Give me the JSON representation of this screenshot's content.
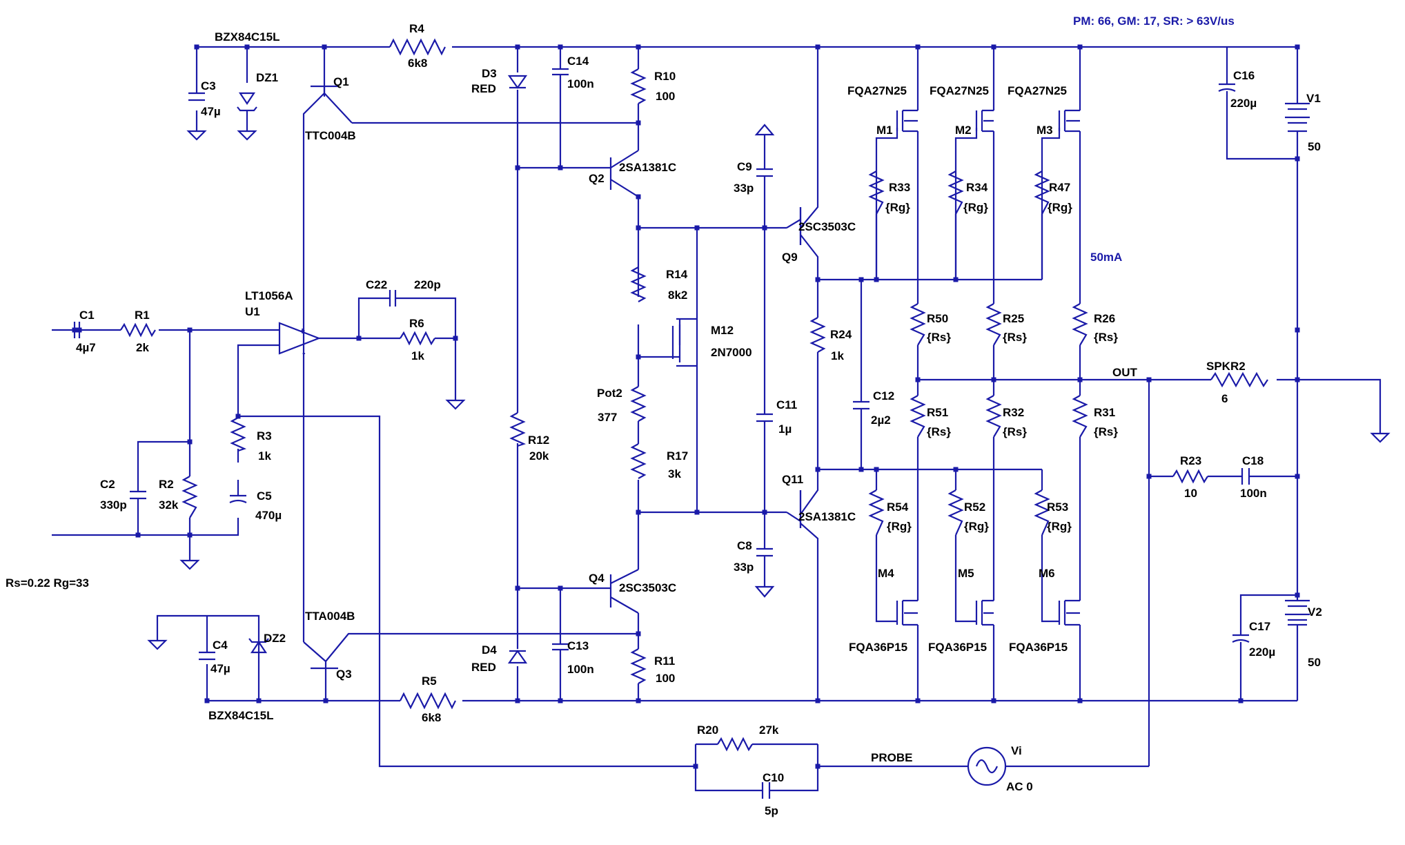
{
  "annotations": {
    "metrics": "PM: 66, GM: 17, SR: > 63V/us",
    "bias_current": "50mA",
    "params": "Rs=0.22 Rg=33",
    "out_net": "OUT",
    "probe_net": "PROBE"
  },
  "components": {
    "DZ1": {
      "ref": "DZ1",
      "value": "BZX84C15L"
    },
    "DZ2": {
      "ref": "DZ2",
      "value": "BZX84C15L"
    },
    "C3": {
      "ref": "C3",
      "value": "47µ"
    },
    "C4": {
      "ref": "C4",
      "value": "47µ"
    },
    "Q1": {
      "ref": "Q1",
      "value": "TTC004B"
    },
    "Q3": {
      "ref": "Q3",
      "value": "TTA004B"
    },
    "R4": {
      "ref": "R4",
      "value": "6k8"
    },
    "R5": {
      "ref": "R5",
      "value": "6k8"
    },
    "D3": {
      "ref": "D3",
      "value": "RED"
    },
    "D4": {
      "ref": "D4",
      "value": "RED"
    },
    "C14": {
      "ref": "C14",
      "value": "100n"
    },
    "C13": {
      "ref": "C13",
      "value": "100n"
    },
    "R10": {
      "ref": "R10",
      "value": "100"
    },
    "R11": {
      "ref": "R11",
      "value": "100"
    },
    "Q2": {
      "ref": "Q2",
      "value": "2SA1381C"
    },
    "Q4": {
      "ref": "Q4",
      "value": "2SC3503C"
    },
    "R12": {
      "ref": "R12",
      "value": "20k"
    },
    "R14": {
      "ref": "R14",
      "value": "8k2"
    },
    "M12": {
      "ref": "M12",
      "value": "2N7000"
    },
    "Pot2": {
      "ref": "Pot2",
      "value": "377"
    },
    "R17": {
      "ref": "R17",
      "value": "3k"
    },
    "C9": {
      "ref": "C9",
      "value": "33p"
    },
    "C8": {
      "ref": "C8",
      "value": "33p"
    },
    "C11": {
      "ref": "C11",
      "value": "1µ"
    },
    "Q9": {
      "ref": "Q9",
      "value": "2SC3503C"
    },
    "Q11": {
      "ref": "Q11",
      "value": "2SA1381C"
    },
    "R24": {
      "ref": "R24",
      "value": "1k"
    },
    "C12": {
      "ref": "C12",
      "value": "2µ2"
    },
    "M1": {
      "ref": "M1",
      "value": "FQA27N25"
    },
    "M2": {
      "ref": "M2",
      "value": "FQA27N25"
    },
    "M3": {
      "ref": "M3",
      "value": "FQA27N25"
    },
    "M4": {
      "ref": "M4",
      "value": "FQA36P15"
    },
    "M5": {
      "ref": "M5",
      "value": "FQA36P15"
    },
    "M6": {
      "ref": "M6",
      "value": "FQA36P15"
    },
    "R33": {
      "ref": "R33",
      "value": "{Rg}"
    },
    "R34": {
      "ref": "R34",
      "value": "{Rg}"
    },
    "R47": {
      "ref": "R47",
      "value": "{Rg}"
    },
    "R54": {
      "ref": "R54",
      "value": "{Rg}"
    },
    "R52": {
      "ref": "R52",
      "value": "{Rg}"
    },
    "R53": {
      "ref": "R53",
      "value": "{Rg}"
    },
    "R50": {
      "ref": "R50",
      "value": "{Rs}"
    },
    "R25": {
      "ref": "R25",
      "value": "{Rs}"
    },
    "R26": {
      "ref": "R26",
      "value": "{Rs}"
    },
    "R51": {
      "ref": "R51",
      "value": "{Rs}"
    },
    "R32": {
      "ref": "R32",
      "value": "{Rs}"
    },
    "R31": {
      "ref": "R31",
      "value": "{Rs}"
    },
    "C16": {
      "ref": "C16",
      "value": "220µ"
    },
    "C17": {
      "ref": "C17",
      "value": "220µ"
    },
    "V1": {
      "ref": "V1",
      "value": "50"
    },
    "V2": {
      "ref": "V2",
      "value": "50"
    },
    "SPKR2": {
      "ref": "SPKR2",
      "value": "6"
    },
    "R23": {
      "ref": "R23",
      "value": "10"
    },
    "C18": {
      "ref": "C18",
      "value": "100n"
    },
    "C1": {
      "ref": "C1",
      "value": "4µ7"
    },
    "R1": {
      "ref": "R1",
      "value": "2k"
    },
    "U1": {
      "ref": "U1",
      "value": "LT1056A"
    },
    "C22": {
      "ref": "C22",
      "value": "220p"
    },
    "R6": {
      "ref": "R6",
      "value": "1k"
    },
    "R3": {
      "ref": "R3",
      "value": "1k"
    },
    "C5": {
      "ref": "C5",
      "value": "470µ"
    },
    "C2": {
      "ref": "C2",
      "value": "330p"
    },
    "R2": {
      "ref": "R2",
      "value": "32k"
    },
    "R20": {
      "ref": "R20",
      "value": "27k"
    },
    "C10": {
      "ref": "C10",
      "value": "5p"
    },
    "Vi": {
      "ref": "Vi",
      "value": "AC 0"
    }
  }
}
